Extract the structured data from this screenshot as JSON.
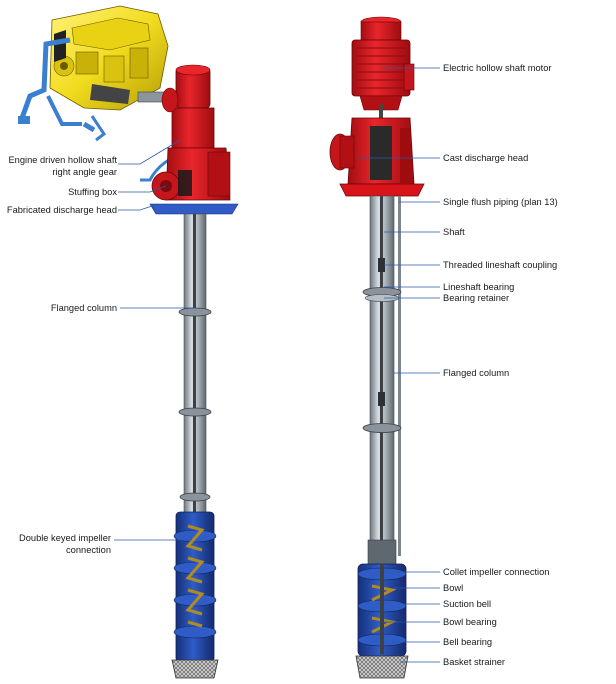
{
  "left_pump": {
    "labels": {
      "gear_line1": "Engine driven hollow shaft",
      "gear_line2": "right angle gear",
      "stuffing_box": "Stuffing box",
      "discharge_head": "Fabricated discharge head",
      "flanged_column": "Flanged column",
      "impeller_line1": "Double keyed impeller",
      "impeller_line2": "connection"
    }
  },
  "right_pump": {
    "labels": {
      "motor": "Electric hollow shaft motor",
      "discharge_head": "Cast discharge head",
      "flush_piping": "Single flush piping (plan 13)",
      "shaft": "Shaft",
      "coupling": "Threaded lineshaft coupling",
      "lineshaft_bearing": "Lineshaft bearing",
      "bearing_retainer": "Bearing retainer",
      "flanged_column": "Flanged column",
      "collet": "Collet impeller connection",
      "bowl": "Bowl",
      "suction_bell": "Suction bell",
      "bowl_bearing": "Bowl bearing",
      "bell_bearing": "Bell bearing",
      "basket_strainer": "Basket strainer"
    }
  },
  "colors": {
    "engine": "#f2dc1e",
    "gear_and_motor": "#d8141a",
    "bowls": "#2348a8",
    "column": "#a9b2bb",
    "piping": "#3a7fd0",
    "leader_line": "#2a5aa8"
  },
  "icons": [
    "diesel-engine-icon",
    "right-angle-gear-icon",
    "electric-motor-icon",
    "pump-bowl-icon",
    "basket-strainer-icon"
  ]
}
